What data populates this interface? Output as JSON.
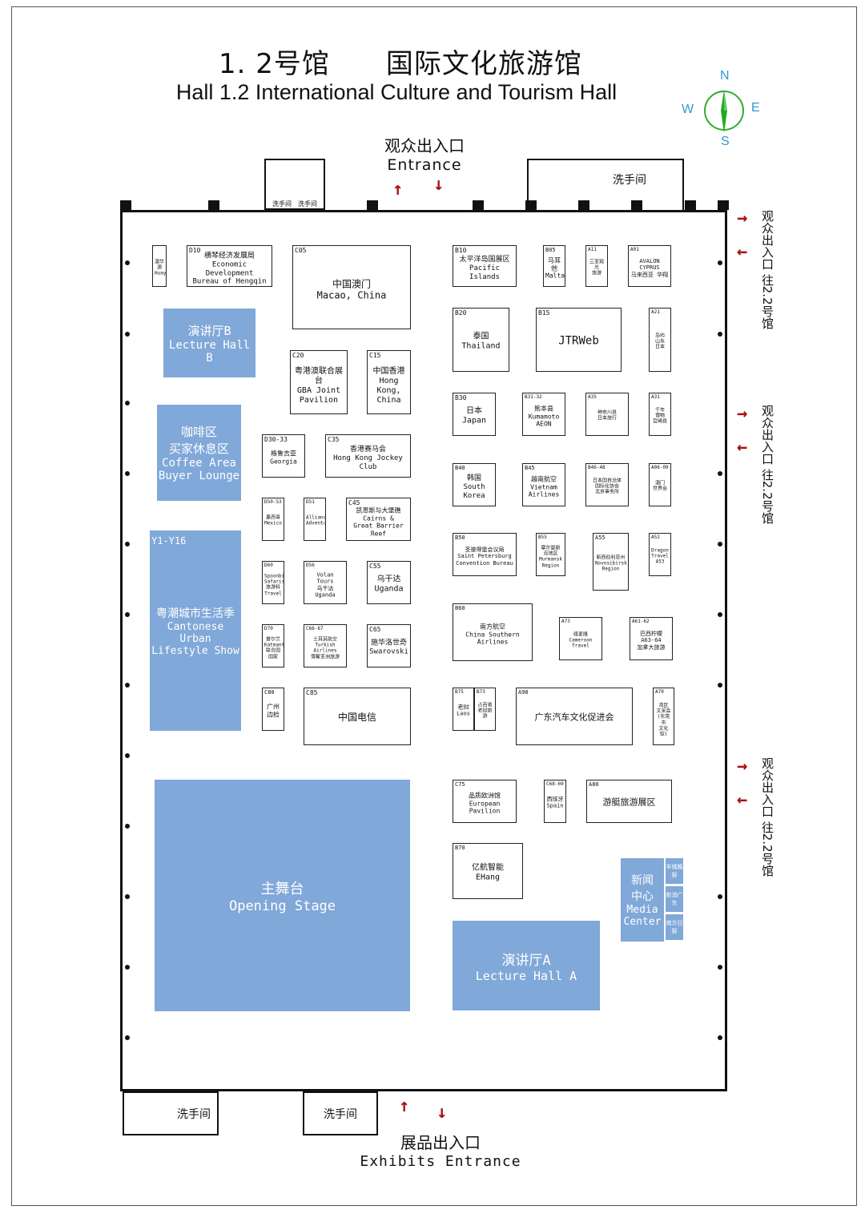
{
  "title": {
    "zh": "1. 2号馆　　国际文化旅游馆",
    "en": "Hall 1.2 International Culture and Tourism Hall"
  },
  "compass": {
    "n": "N",
    "s": "S",
    "e": "E",
    "w": "W"
  },
  "entrances": {
    "top": {
      "zh": "观众出入口",
      "en": "Entrance"
    },
    "bottom": {
      "zh": "展品出入口",
      "en": "Exhibits Entrance"
    },
    "side": "观众出入口 往2.2号馆"
  },
  "restroom": "洗手间",
  "restroom_small": "洗手间",
  "blue_areas": {
    "lecture_b": {
      "zh": "演讲厅B",
      "en": "Lecture Hall B"
    },
    "coffee": {
      "zh": "咖啡区\n买家休息区",
      "en": "Coffee Area\nBuyer Lounge"
    },
    "cantonese": {
      "code": "Y1-Y16",
      "zh": "粤潮城市生活季",
      "en": "Cantonese Urban\nLifestyle Show"
    },
    "stage": {
      "zh": "主舞台",
      "en": "Opening Stage"
    },
    "lecture_a": {
      "zh": "演讲厅A",
      "en": "Lecture Hall A"
    },
    "media": {
      "zh": "新闻\n中心",
      "en": "Media\nCenter"
    },
    "media_side": [
      "羊城晚报",
      "新消广东",
      "南方日报"
    ]
  },
  "booths": [
    {
      "id": "b-d00",
      "code": "",
      "name": "澳华源\nHuayuan"
    },
    {
      "id": "b-d10",
      "code": "D10",
      "name": "横琴经济发展局\nEconomic Development\nBureau of Hengqin"
    },
    {
      "id": "b-c05",
      "code": "C05",
      "name": "中国澳门\nMacao, China"
    },
    {
      "id": "b-c20",
      "code": "C20",
      "name": "粤港澳联合展台\nGBA Joint\nPavilion"
    },
    {
      "id": "b-c15",
      "code": "C15",
      "name": "中国香港\nHong Kong,\nChina"
    },
    {
      "id": "b-d30",
      "code": "D30-33",
      "name": "格鲁吉亚\nGeorgia"
    },
    {
      "id": "b-c35",
      "code": "C35",
      "name": "香港赛马会\nHong Kong Jockey Club"
    },
    {
      "id": "b-d50",
      "code": "D50-53",
      "name": "墨西哥\nMexico"
    },
    {
      "id": "b-d51",
      "code": "D51",
      "name": "Alliance\nAdventures"
    },
    {
      "id": "b-c45",
      "code": "C45",
      "name": "凯恩斯与大堡礁\nCairns &\nGreat Barrier Reef"
    },
    {
      "id": "b-d60",
      "code": "D60",
      "name": "Spoonbill\nSafaris\n旅游科\nTravel"
    },
    {
      "id": "b-d56",
      "code": "D56",
      "name": "Volan\nTours\n乌干达\nUganda"
    },
    {
      "id": "b-c55",
      "code": "C55",
      "name": "乌干达\nUganda"
    },
    {
      "id": "b-d70",
      "code": "D70",
      "name": "普尔兰\nKatmantiu\n联合国\n国家"
    },
    {
      "id": "b-c66",
      "code": "C66-67",
      "name": "土耳其航空\nTurkish Airlines\n博鳌亚洲旅游"
    },
    {
      "id": "b-c65",
      "code": "C65",
      "name": "施华洛世奇\nSwarovski"
    },
    {
      "id": "b-c80",
      "code": "C80",
      "name": "广州\n边检"
    },
    {
      "id": "b-c85",
      "code": "C85",
      "name": "中国电信"
    },
    {
      "id": "b-b10",
      "code": "B10",
      "name": "太平洋岛国展区\nPacific Islands"
    },
    {
      "id": "b-b05",
      "code": "B05",
      "name": "马耳他\nMalta"
    },
    {
      "id": "b-a11",
      "code": "A11",
      "name": "三亚观光\n旅游"
    },
    {
      "id": "b-a01",
      "code": "A01",
      "name": "AVALON\nCYPRUS\n马来西亚 华翔"
    },
    {
      "id": "b-b20",
      "code": "B20",
      "name": "泰国\nThailand"
    },
    {
      "id": "b-b15",
      "code": "B15",
      "name": "JTRWeb"
    },
    {
      "id": "b-a21",
      "code": "A21",
      "name": "岛屿\n山东\n日本"
    },
    {
      "id": "b-b30",
      "code": "B30",
      "name": "日本\nJapan"
    },
    {
      "id": "b-b31",
      "code": "B31-32",
      "name": "熊本县\nKumamoto\nAEON"
    },
    {
      "id": "b-a35",
      "code": "A35",
      "name": "神奈川县\n日本旅行"
    },
    {
      "id": "b-a31",
      "code": "A31",
      "name": "千年\n博物\n宫崎县"
    },
    {
      "id": "b-b40",
      "code": "B40",
      "name": "韩国\nSouth\nKorea"
    },
    {
      "id": "b-b45",
      "code": "B45",
      "name": "越南航空\nVietnam\nAirlines"
    },
    {
      "id": "b-b46",
      "code": "B46-48",
      "name": "日本国自治体\n国际化协会\n北京事务所"
    },
    {
      "id": "b-a06",
      "code": "A06-09",
      "name": "澳门\n世界会"
    },
    {
      "id": "b-b50",
      "code": "B50",
      "name": "圣彼得堡会议局\nSaint Petersburg\nConvention Bureau"
    },
    {
      "id": "b-b55",
      "code": "B55",
      "name": "摩尔曼斯\n克地区\nMurmansk\nRegion"
    },
    {
      "id": "b-a55",
      "code": "A55",
      "name": "新西伯利亚州\nNovosibirsk\nRegion"
    },
    {
      "id": "b-a52",
      "code": "A52",
      "name": "Dragon\nTravel\nA53"
    },
    {
      "id": "b-b60",
      "code": "B60",
      "name": "南方航空\nChina Southern Airlines"
    },
    {
      "id": "b-a73",
      "code": "A73",
      "name": "喀麦隆\nCameroon\nTravel"
    },
    {
      "id": "b-a61",
      "code": "A61-62",
      "name": "巴西柠檬\nA63-64\n加拿大旅游"
    },
    {
      "id": "b-b75",
      "code": "B75",
      "name": "老挝\nLaos"
    },
    {
      "id": "b-b73",
      "code": "B73",
      "name": "占芭省\n老挝旅游"
    },
    {
      "id": "b-a90",
      "code": "A90",
      "name": "广东汽车文化促进会"
    },
    {
      "id": "b-a70",
      "code": "A70",
      "name": "湾区\n文采会\n(东莞市\n文化馆)"
    },
    {
      "id": "b-c75",
      "code": "C75",
      "name": "品质欧洲馆\nEuropean Pavilion"
    },
    {
      "id": "b-c68",
      "code": "C68-69",
      "name": "西班牙\nSpain"
    },
    {
      "id": "b-a80",
      "code": "A80",
      "name": "游艇旅游展区"
    },
    {
      "id": "b-b70",
      "code": "B70",
      "name": "亿航智能\nEHang"
    }
  ]
}
